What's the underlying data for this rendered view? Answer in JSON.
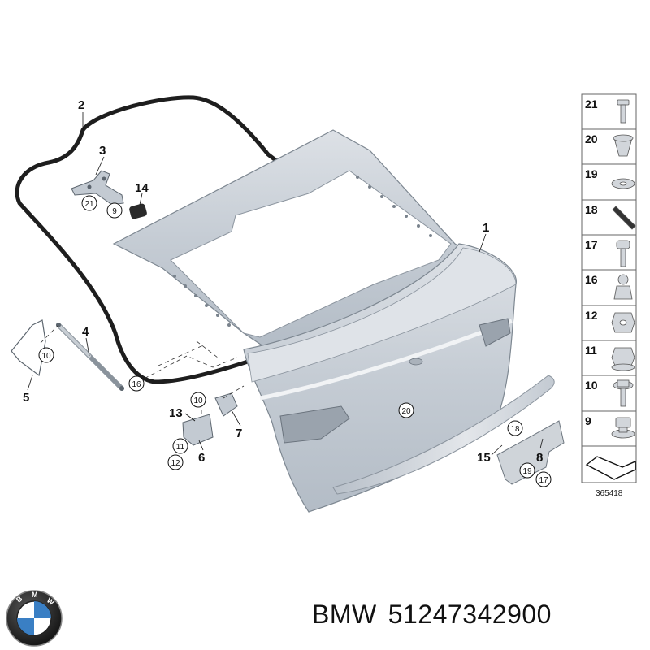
{
  "diagram": {
    "diagram_id": "365418",
    "callouts": [
      {
        "label": "2"
      },
      {
        "label": "3"
      },
      {
        "label": "14"
      },
      {
        "label": "1"
      },
      {
        "label": "4"
      },
      {
        "label": "5"
      },
      {
        "label": "13"
      },
      {
        "label": "7"
      },
      {
        "label": "6"
      },
      {
        "label": "15"
      },
      {
        "label": "8"
      }
    ],
    "circled_callouts": [
      {
        "label": "21"
      },
      {
        "label": "9"
      },
      {
        "label": "10"
      },
      {
        "label": "16"
      },
      {
        "label": "10"
      },
      {
        "label": "11"
      },
      {
        "label": "12"
      },
      {
        "label": "20"
      },
      {
        "label": "18"
      },
      {
        "label": "19"
      },
      {
        "label": "17"
      }
    ],
    "legend": [
      {
        "label": "21",
        "icon": "screw-icon"
      },
      {
        "label": "20",
        "icon": "clip-icon"
      },
      {
        "label": "19",
        "icon": "washer-icon"
      },
      {
        "label": "18",
        "icon": "strip-icon"
      },
      {
        "label": "17",
        "icon": "bolt-icon"
      },
      {
        "label": "16",
        "icon": "ball-stud-icon"
      },
      {
        "label": "12",
        "icon": "nut-icon"
      },
      {
        "label": "11",
        "icon": "flange-nut-icon"
      },
      {
        "label": "10",
        "icon": "flange-bolt-icon"
      },
      {
        "label": "9",
        "icon": "nut-rivet-icon"
      },
      {
        "label": "",
        "icon": "assembly-symbol-icon"
      }
    ]
  },
  "caption": {
    "brand": "BMW",
    "part_number": "51247342900"
  },
  "colors": {
    "panel": "#c9cfd6",
    "panel_light": "#dfe3e8",
    "seal": "#1e1e1e",
    "legend_border": "#666666"
  }
}
